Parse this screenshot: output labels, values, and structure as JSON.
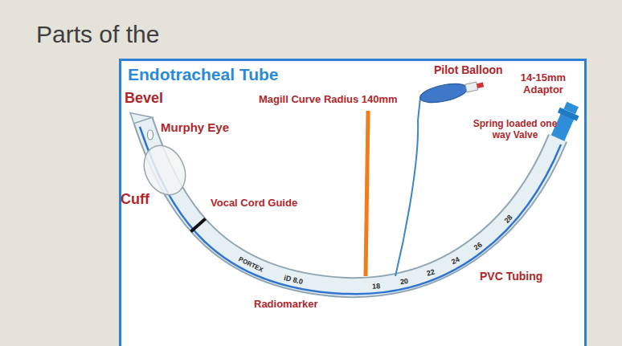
{
  "diagram": {
    "title": "Parts of the",
    "nodes": [
      {
        "text": [
          "Endotracheal Tube"
        ]
      }
    ],
    "labels": [
      "Bevel",
      "Magill Curve Radius 140mm",
      "Pilot Balloon",
      "14-15mm Adaptor",
      "Murphy Eye",
      "Spring loaded one way Valve",
      "Cuff",
      "Vocal Cord Guide",
      "PVC Tubing",
      "Radiomarker",
      "PORTEX",
      "iD 8.0",
      "18",
      "20",
      "22",
      "24",
      "26",
      "28"
    ]
  }
}
